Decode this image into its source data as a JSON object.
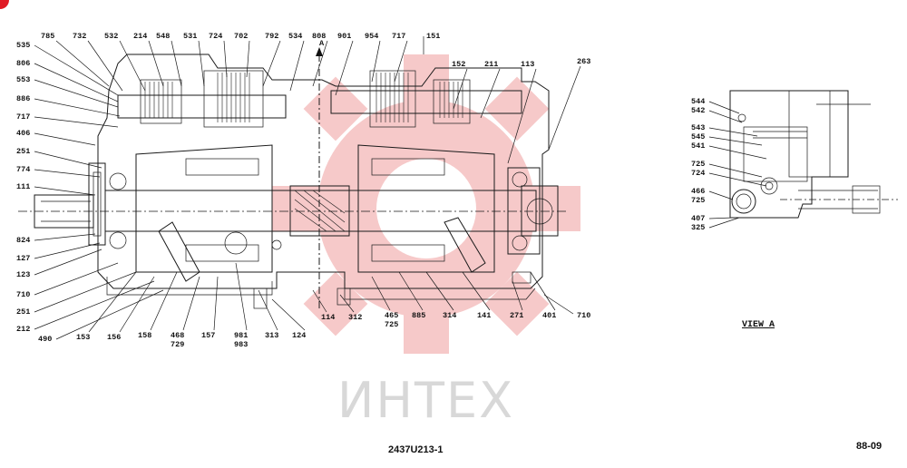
{
  "diagram": {
    "labels_top": [
      "785",
      "732",
      "532",
      "214",
      "548",
      "531",
      "724",
      "702",
      "792",
      "534",
      "808",
      "901",
      "954",
      "717",
      "151"
    ],
    "labels_top_right": [
      "152",
      "211",
      "113",
      "263"
    ],
    "labels_left": [
      "535",
      "806",
      "553",
      "886",
      "717",
      "406",
      "251",
      "774",
      "111",
      "824",
      "127",
      "123",
      "710",
      "251",
      "212",
      "490"
    ],
    "labels_bottom": [
      "153",
      "156",
      "158",
      "468",
      "729",
      "157",
      "981",
      "983",
      "313",
      "124",
      "114",
      "312",
      "465",
      "725",
      "885",
      "314",
      "141",
      "271",
      "401",
      "710"
    ],
    "section_marker": "A",
    "view_a_labels": [
      "544",
      "542",
      "543",
      "545",
      "541",
      "725",
      "724",
      "466",
      "725",
      "407",
      "325"
    ],
    "view_title": "VIEW A"
  },
  "watermark": "ИНТЕХ",
  "drawing_number": "2437U213-1",
  "page_number": "88-09",
  "colors": {
    "watermark_gear": "#f6c9c9",
    "badge": "#e01b24",
    "ink": "#111111"
  }
}
